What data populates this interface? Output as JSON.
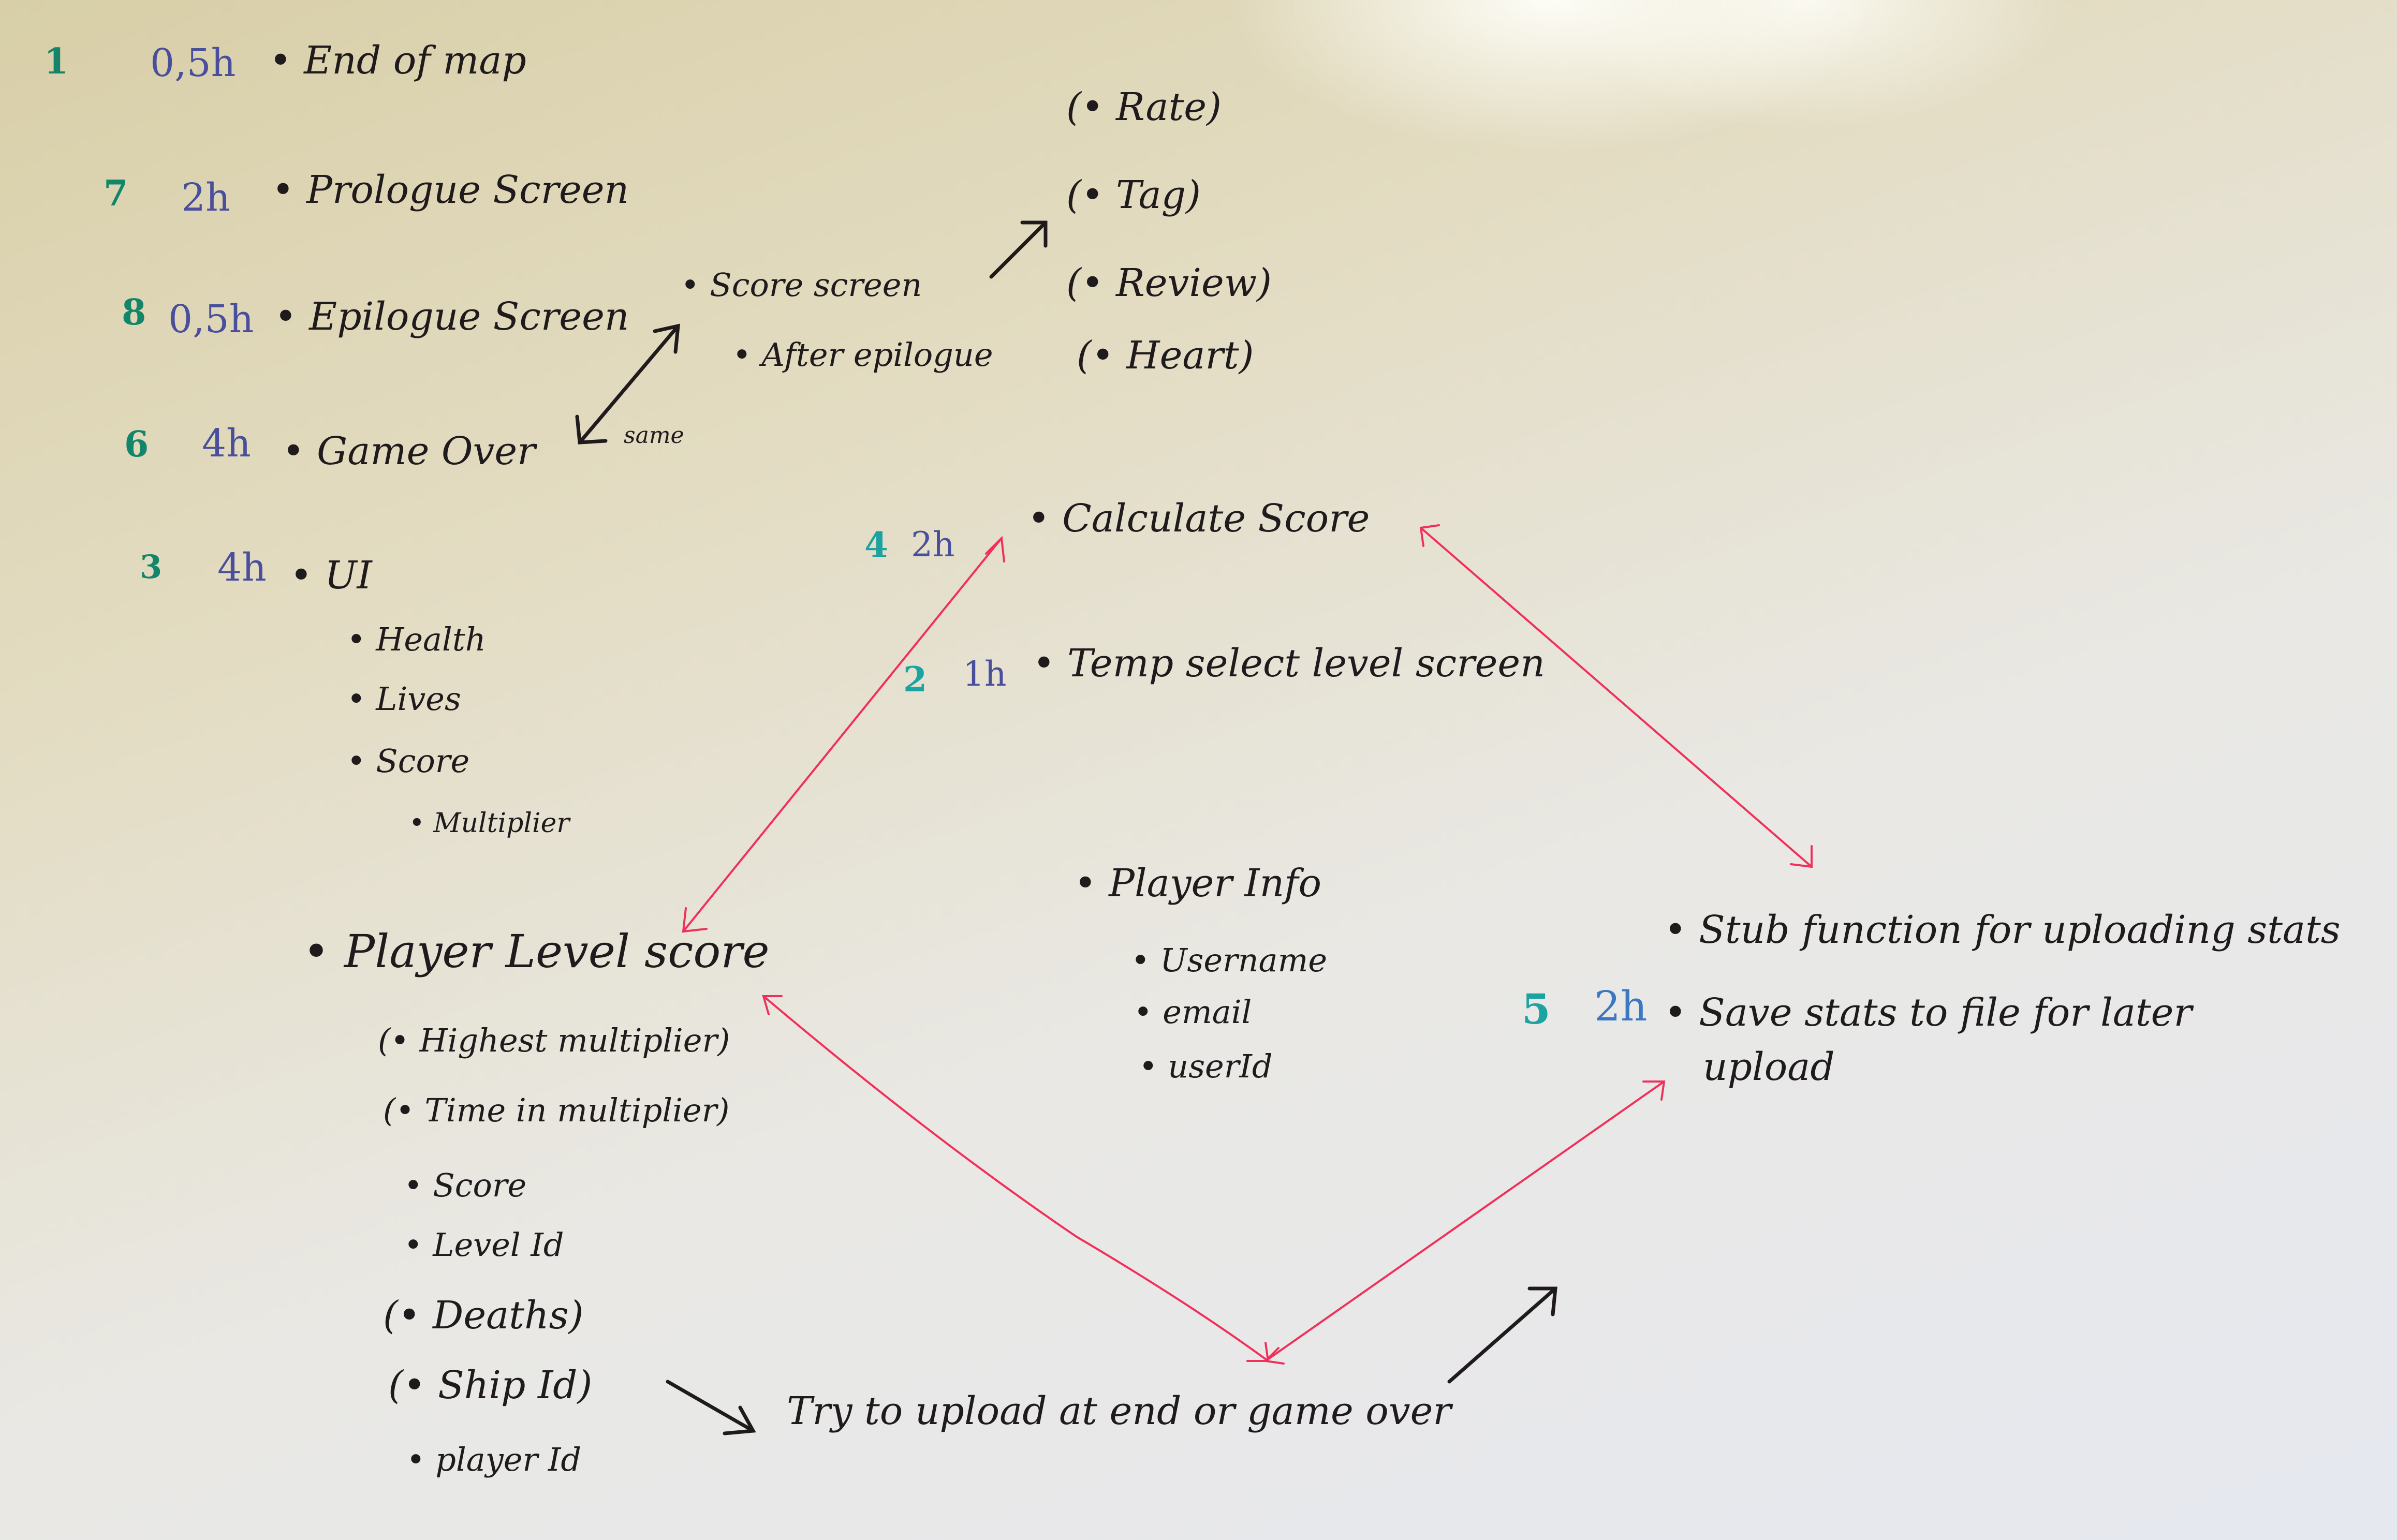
{
  "tasks": [
    {
      "num": "1",
      "estimate": "0,5h",
      "label": "• End of map"
    },
    {
      "num": "7",
      "estimate": "2h",
      "label": "• Prologue Screen"
    },
    {
      "num": "8",
      "estimate": "0,5h",
      "label": "• Epilogue Screen"
    },
    {
      "num": "6",
      "estimate": "4h",
      "label": "• Game Over"
    },
    {
      "num": "3",
      "estimate": "4h",
      "label": "• UI"
    },
    {
      "num": "4",
      "estimate": "2h",
      "label": "• Calculate Score"
    },
    {
      "num": "2",
      "estimate": "1h",
      "label": "• Temp select level screen"
    },
    {
      "num": "5",
      "estimate": "2h",
      "label": "• Stub function for uploading stats"
    }
  ],
  "ui_items": [
    "• Health",
    "• Lives",
    "• Score",
    "• Multiplier"
  ],
  "score_screen": {
    "label": "• Score screen",
    "sub": "• After epilogue",
    "same_label": "same",
    "options": [
      "(• Rate)",
      "(• Tag)",
      "(• Review)",
      "(• Heart)"
    ]
  },
  "player_level_score": {
    "label": "• Player Level score",
    "fields": [
      "(• Highest multiplier)",
      "(• Time in multiplier)",
      "• Score",
      "• Level Id",
      "(• Deaths)",
      "(• Ship Id)",
      "• player Id"
    ]
  },
  "player_info": {
    "label": "• Player Info",
    "fields": [
      "• Username",
      "• email",
      "• userId"
    ]
  },
  "save_stats": {
    "line1": "• Save stats to file for later",
    "line2": "upload"
  },
  "upload_note": "Try to upload at end or game over",
  "colors": {
    "board": "#e8e6de",
    "ink": "#1f1a1c",
    "green_marker": "#13856a",
    "blue_marker": "#4a4f9c",
    "red_marker": "#f0305a"
  }
}
